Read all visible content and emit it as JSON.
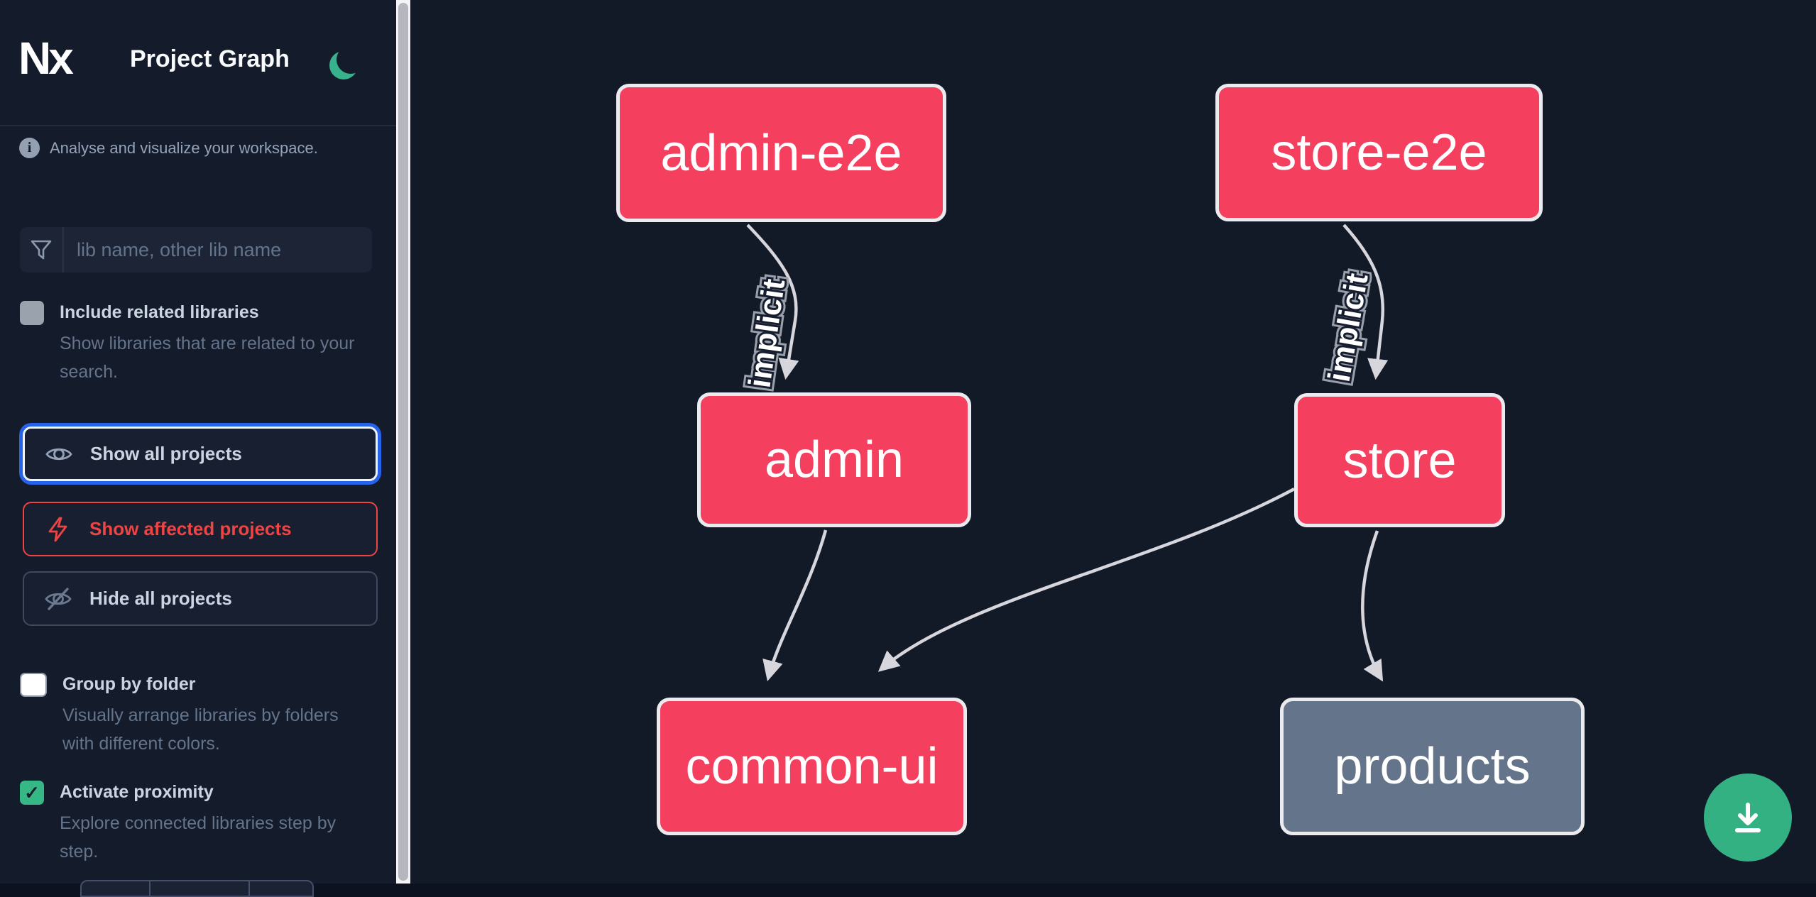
{
  "header": {
    "logo": "Nx",
    "title": "Project Graph",
    "theme_toggle": "dark-mode-moon"
  },
  "sidebar": {
    "info": "Analyse and visualize your workspace.",
    "search": {
      "placeholder": "lib name, other lib name",
      "value": ""
    },
    "options": [
      {
        "label": "Include related libraries",
        "description": "Show libraries that are related to your search.",
        "checked": false
      },
      {
        "label": "Group by folder",
        "description": "Visually arrange libraries by folders with different colors.",
        "checked": false
      },
      {
        "label": "Activate proximity",
        "description": "Explore connected libraries step by step.",
        "checked": true,
        "checkmark": "✓"
      }
    ],
    "buttons": [
      {
        "label": "Show all projects",
        "state": "focused"
      },
      {
        "label": "Show affected projects",
        "state": "affected"
      },
      {
        "label": "Hide all projects",
        "state": "default"
      }
    ]
  },
  "graph": {
    "nodes": [
      {
        "id": "admin-e2e",
        "label": "admin-e2e",
        "color": "#f43f5e"
      },
      {
        "id": "store-e2e",
        "label": "store-e2e",
        "color": "#f43f5e"
      },
      {
        "id": "admin",
        "label": "admin",
        "color": "#f43f5e"
      },
      {
        "id": "store",
        "label": "store",
        "color": "#f43f5e"
      },
      {
        "id": "common-ui",
        "label": "common-ui",
        "color": "#f43f5e"
      },
      {
        "id": "products",
        "label": "products",
        "color": "#64748b"
      }
    ],
    "edges": [
      {
        "from": "admin-e2e",
        "to": "admin",
        "label": "implicit"
      },
      {
        "from": "store-e2e",
        "to": "store",
        "label": "implicit"
      },
      {
        "from": "admin",
        "to": "common-ui",
        "label": ""
      },
      {
        "from": "store",
        "to": "common-ui",
        "label": ""
      },
      {
        "from": "store",
        "to": "products",
        "label": ""
      }
    ]
  },
  "fab": {
    "icon": "download-icon"
  },
  "colors": {
    "sidebar_bg": "#141b2b",
    "canvas_bg": "#121927",
    "node_affected": "#f43f5e",
    "node_default": "#64748b",
    "node_border": "#ebebef",
    "edge": "#d6d6dc",
    "accent_green": "#34b183",
    "focus_blue": "#2563eb",
    "danger_red": "#ef4444",
    "text_primary": "#cbd5e1",
    "text_muted": "#64748b"
  }
}
